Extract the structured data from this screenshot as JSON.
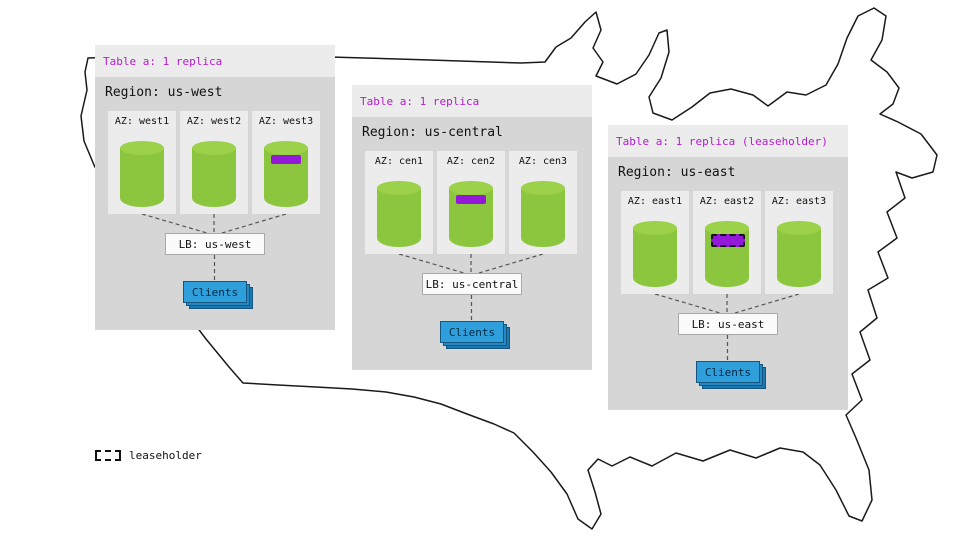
{
  "regions": [
    {
      "table_label": "Table a: 1 replica",
      "region_label": "Region: us-west",
      "azs": [
        {
          "label": "AZ: west1",
          "replica": false
        },
        {
          "label": "AZ: west2",
          "replica": false
        },
        {
          "label": "AZ: west3",
          "replica": true,
          "leaseholder": false
        }
      ],
      "lb_label": "LB: us-west",
      "clients_label": "Clients"
    },
    {
      "table_label": "Table a: 1 replica",
      "region_label": "Region: us-central",
      "azs": [
        {
          "label": "AZ: cen1",
          "replica": false
        },
        {
          "label": "AZ: cen2",
          "replica": true,
          "leaseholder": false
        },
        {
          "label": "AZ: cen3",
          "replica": false
        }
      ],
      "lb_label": "LB: us-central",
      "clients_label": "Clients"
    },
    {
      "table_label": "Table a: 1 replica (leaseholder)",
      "region_label": "Region: us-east",
      "azs": [
        {
          "label": "AZ: east1",
          "replica": false
        },
        {
          "label": "AZ: east2",
          "replica": true,
          "leaseholder": true
        },
        {
          "label": "AZ: east3",
          "replica": false
        }
      ],
      "lb_label": "LB: us-east",
      "clients_label": "Clients"
    }
  ],
  "legend": {
    "leaseholder_label": "leaseholder"
  },
  "colors": {
    "header_text_purple": "#b21ccc",
    "cylinder_green": "#8cc63e",
    "cylinder_top_green": "#9bd24a",
    "replica_purple": "#9318d8",
    "clients_blue": "#2f9fdc",
    "clients_blue_dark": "#1c7ab0"
  }
}
